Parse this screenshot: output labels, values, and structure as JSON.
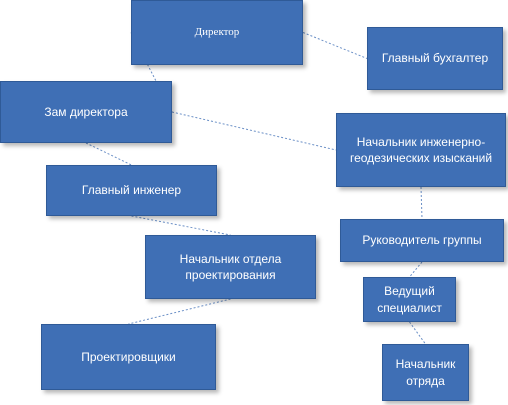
{
  "diagram": {
    "type": "org-chart",
    "colors": {
      "box_fill": "#3f6fb5",
      "box_border": "#2f5a97",
      "text": "#ffffff",
      "connector": "#6a8fc6"
    },
    "nodes": [
      {
        "id": "director",
        "label": "Директор"
      },
      {
        "id": "chief-accountant",
        "label": "Главный бухгалтер"
      },
      {
        "id": "deputy-director",
        "label": "Зам директора"
      },
      {
        "id": "head-engineering-surveys",
        "label": "Начальник инженерно-геодезических изысканий"
      },
      {
        "id": "chief-engineer",
        "label": "Главный инженер"
      },
      {
        "id": "group-leader",
        "label": "Руководитель группы"
      },
      {
        "id": "head-design-dept",
        "label": "Начальник отдела проектирования"
      },
      {
        "id": "leading-specialist",
        "label": "Ведущий специалист"
      },
      {
        "id": "designers",
        "label": "Проектировщики"
      },
      {
        "id": "squad-chief",
        "label": "Начальник отряда"
      }
    ],
    "edges": [
      {
        "from": "director",
        "to": "chief-accountant"
      },
      {
        "from": "director",
        "to": "deputy-director"
      },
      {
        "from": "deputy-director",
        "to": "head-engineering-surveys"
      },
      {
        "from": "deputy-director",
        "to": "chief-engineer"
      },
      {
        "from": "chief-engineer",
        "to": "head-design-dept"
      },
      {
        "from": "head-design-dept",
        "to": "designers"
      },
      {
        "from": "head-engineering-surveys",
        "to": "group-leader"
      },
      {
        "from": "group-leader",
        "to": "leading-specialist"
      },
      {
        "from": "leading-specialist",
        "to": "squad-chief"
      }
    ]
  }
}
